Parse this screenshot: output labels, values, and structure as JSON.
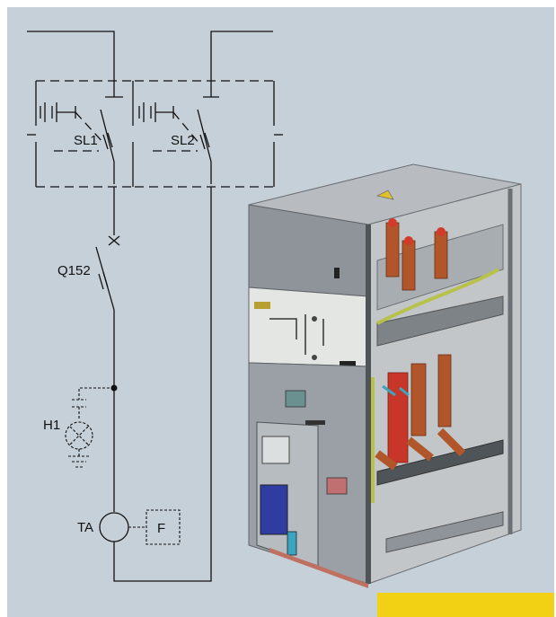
{
  "diagram": {
    "labels": {
      "switch_1": "SL1",
      "switch_2": "SL2",
      "breaker": "Q152",
      "indicator": "H1",
      "transformer": "TA",
      "function_box": "F"
    }
  },
  "colors": {
    "background_panel": "#c6d0d8",
    "accent_bar": "#f2d013",
    "line": "#111111",
    "cabinet_grey": "#8e9499",
    "insulator_brown": "#b0562a",
    "insulator_red": "#c8362a",
    "busbar_green": "#b8c24a"
  }
}
